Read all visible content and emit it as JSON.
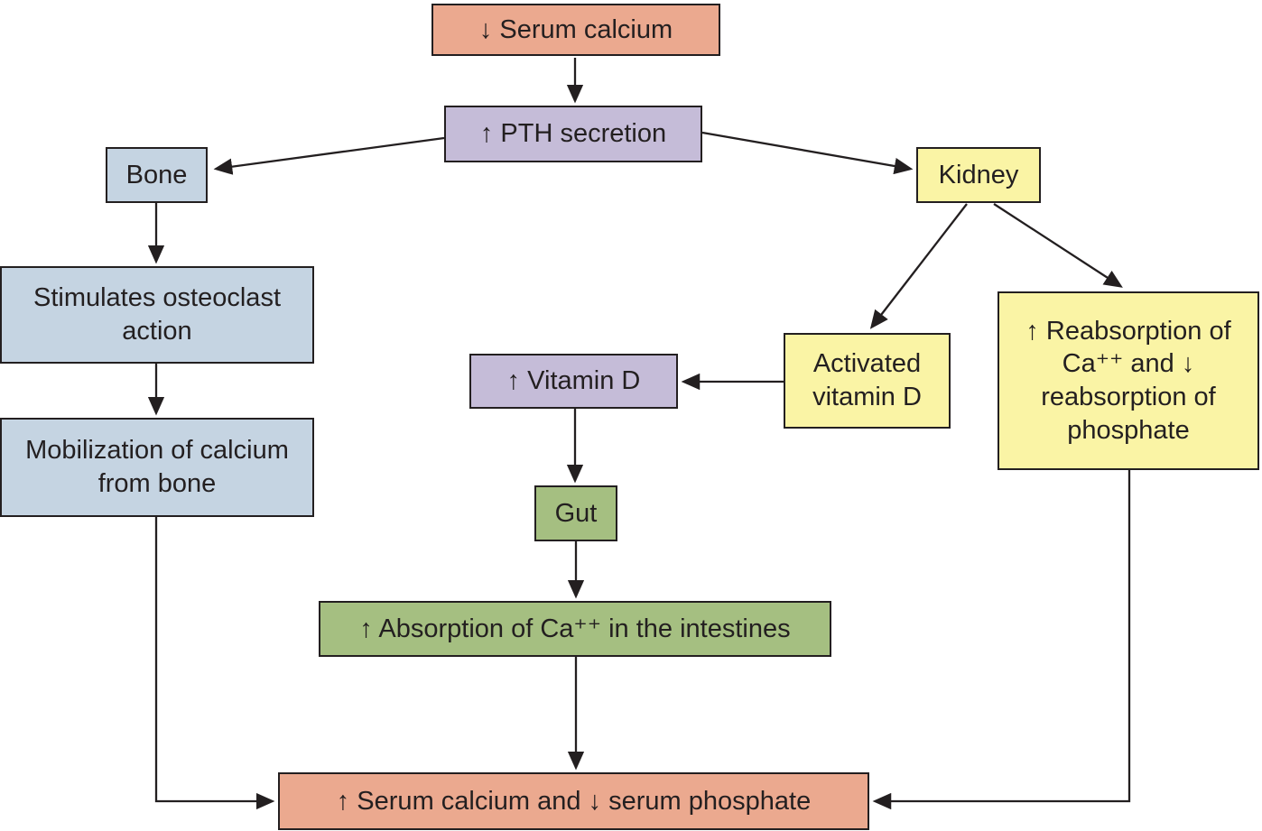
{
  "diagram": {
    "description": "Flowchart of parathyroid hormone (PTH) regulation of serum calcium",
    "background": "#FFFFFF",
    "line_color": "#231F20",
    "text_color": "#231F20",
    "palette": {
      "salmon": "#EBA98F",
      "lavender": "#C5BCD8",
      "blue": "#C5D4E2",
      "yellow": "#FAF4A5",
      "green": "#A5BF81"
    },
    "nodes": {
      "serum_calcium_low": {
        "label": "↓ Serum calcium",
        "color": "#EBA98F"
      },
      "pth_secretion": {
        "label": "↑ PTH secretion",
        "color": "#C5BCD8"
      },
      "bone": {
        "label": "Bone",
        "color": "#C5D4E2"
      },
      "stimulates_osteoclast": {
        "label": "Stimulates osteoclast action",
        "color": "#C5D4E2"
      },
      "mobilization": {
        "label": "Mobilization of calcium from bone",
        "color": "#C5D4E2"
      },
      "kidney": {
        "label": "Kidney",
        "color": "#FAF4A5"
      },
      "activated_vitamin_d": {
        "label": "Activated vitamin D",
        "color": "#FAF4A5"
      },
      "reabsorption": {
        "label": "↑ Reabsorption of Ca⁺⁺ and ↓ reabsorption of phosphate",
        "color": "#FAF4A5"
      },
      "vitamin_d": {
        "label": "↑ Vitamin D",
        "color": "#C5BCD8"
      },
      "gut": {
        "label": "Gut",
        "color": "#A5BF81"
      },
      "absorption": {
        "label": "↑ Absorption of Ca⁺⁺ in the intestines",
        "color": "#A5BF81"
      },
      "serum_calcium_high": {
        "label": "↑ Serum calcium and ↓ serum phosphate",
        "color": "#EBA98F"
      }
    },
    "connections": [
      {
        "from": "serum_calcium_low",
        "to": "pth_secretion"
      },
      {
        "from": "pth_secretion",
        "to": "bone"
      },
      {
        "from": "pth_secretion",
        "to": "kidney"
      },
      {
        "from": "bone",
        "to": "stimulates_osteoclast"
      },
      {
        "from": "stimulates_osteoclast",
        "to": "mobilization"
      },
      {
        "from": "mobilization",
        "to": "serum_calcium_high"
      },
      {
        "from": "kidney",
        "to": "activated_vitamin_d"
      },
      {
        "from": "kidney",
        "to": "reabsorption"
      },
      {
        "from": "activated_vitamin_d",
        "to": "vitamin_d"
      },
      {
        "from": "vitamin_d",
        "to": "gut"
      },
      {
        "from": "gut",
        "to": "absorption"
      },
      {
        "from": "absorption",
        "to": "serum_calcium_high"
      },
      {
        "from": "reabsorption",
        "to": "serum_calcium_high"
      }
    ]
  }
}
